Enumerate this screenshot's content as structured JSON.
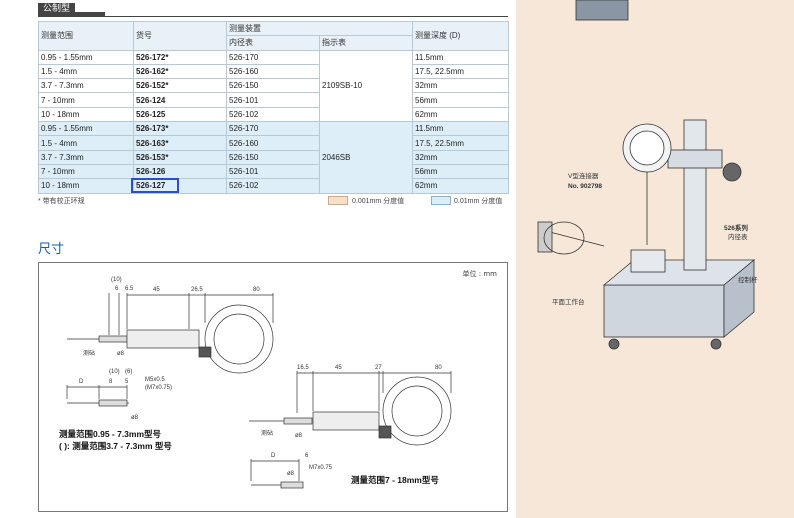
{
  "header": {
    "tab_label": "公制型"
  },
  "table": {
    "headers": {
      "range": "测量范围",
      "code": "货号",
      "device": "测量装置",
      "bore": "内径表",
      "dial": "指示表",
      "depth": "测量深度 (D)"
    },
    "rows_white": [
      [
        "0.95 - 1.55mm",
        "526-172*",
        "526-170",
        "11.5mm"
      ],
      [
        "1.5 - 4mm",
        "526-162*",
        "526-160",
        "17.5, 22.5mm"
      ],
      [
        "3.7 - 7.3mm",
        "526-152*",
        "526-150",
        "32mm"
      ],
      [
        "7 - 10mm",
        "526-124",
        "526-101",
        "56mm"
      ],
      [
        "10 - 18mm",
        "526-125",
        "526-102",
        "62mm"
      ]
    ],
    "dial_white": "2109SB-10",
    "rows_blue": [
      [
        "0.95 - 1.55mm",
        "526-173*",
        "526-170",
        "11.5mm"
      ],
      [
        "1.5 - 4mm",
        "526-163*",
        "526-160",
        "17.5, 22.5mm"
      ],
      [
        "3.7 - 7.3mm",
        "526-153*",
        "526-150",
        "32mm"
      ],
      [
        "7 - 10mm",
        "526-126",
        "526-101",
        "56mm"
      ],
      [
        "10 - 18mm",
        "526-127",
        "526-102",
        "62mm"
      ]
    ],
    "dial_blue": "2046SB"
  },
  "legend": {
    "note": "* 带有校正环规",
    "item1": "0.001mm 分度值",
    "item2": "0.01mm 分度值",
    "color1": "#f6e0cc",
    "color2": "#ddeef8"
  },
  "dimensions": {
    "title": "尺寸",
    "unit": "单位 : mm",
    "d1": {
      "a": "(10)",
      "b": "6",
      "c": "6.5",
      "d": "45",
      "e": "26.5",
      "f": "80",
      "anvil": "测砧",
      "dia": "ø8"
    },
    "d2": {
      "a": "(10)",
      "b": "(6)",
      "c": "8",
      "d": "5",
      "D": "D",
      "thread1": "M5x0.5",
      "thread2": "(M7x0.75)",
      "dia": "ø8"
    },
    "caption1": "测量范围0.95 - 7.3mm型号",
    "caption2": "( ): 测量范围3.7 - 7.3mm 型号",
    "d3": {
      "a": "16.5",
      "b": "45",
      "c": "27",
      "d": "80",
      "anvil": "测砧",
      "dia": "ø8",
      "D": "D",
      "e": "6",
      "thread": "M7x0.75"
    },
    "caption3": "测量范围7 - 18mm型号"
  },
  "illustration": {
    "v_label": "V型连接器",
    "v_no": "No. 902798",
    "series_a": "526系列",
    "series_b": "内径表",
    "lever": "控制杆",
    "table": "平面工作台"
  }
}
